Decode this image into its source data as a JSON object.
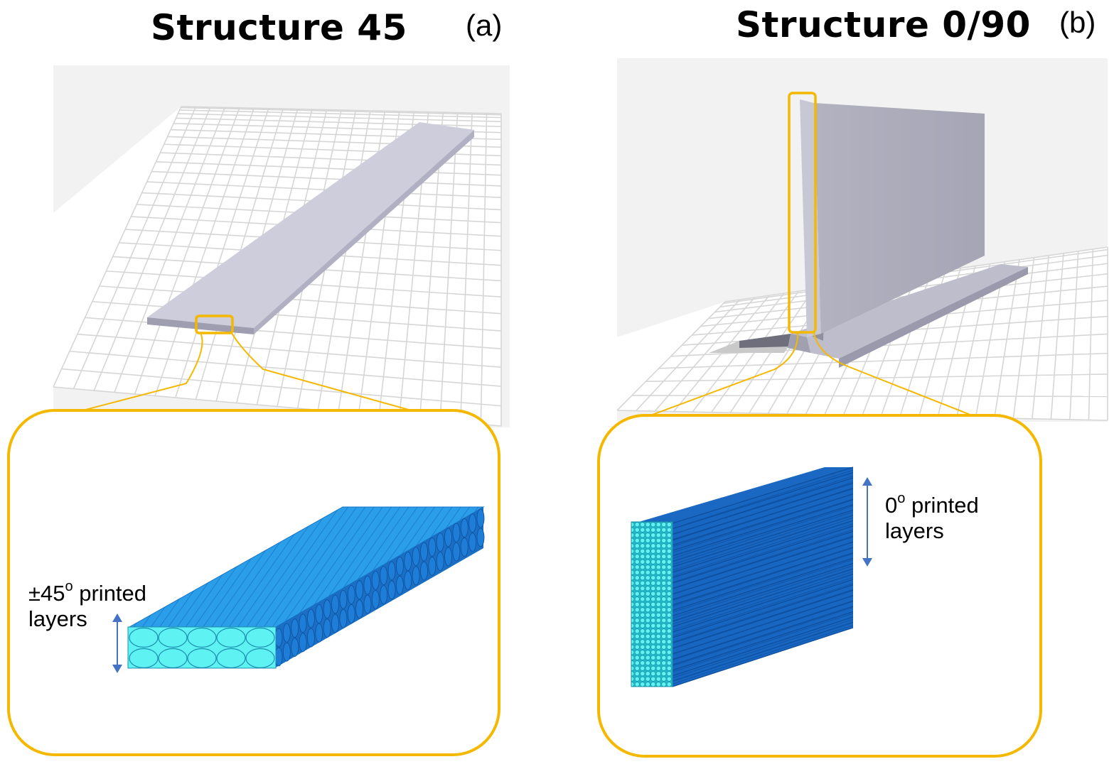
{
  "panels": [
    {
      "id": "a",
      "title": "Structure 45",
      "letter": "(a)",
      "annotation": {
        "degree_prefix": "±45",
        "degree_mark": "o",
        "line1_rest": " printed",
        "line2": "layers"
      }
    },
    {
      "id": "b",
      "title": "Structure 0/90",
      "letter": "(b)",
      "annotation": {
        "degree_prefix": "0",
        "degree_mark": "o",
        "line1_rest": " printed",
        "line2": "layers"
      }
    }
  ],
  "colors": {
    "highlight": "#f5b800",
    "grid_line": "#d9d9d9",
    "part_gray": "#b8b8c8",
    "layer_light": "#5ef2f2",
    "layer_mid": "#2a9be8",
    "layer_dark": "#1560b8",
    "arrow": "#4472c4"
  }
}
